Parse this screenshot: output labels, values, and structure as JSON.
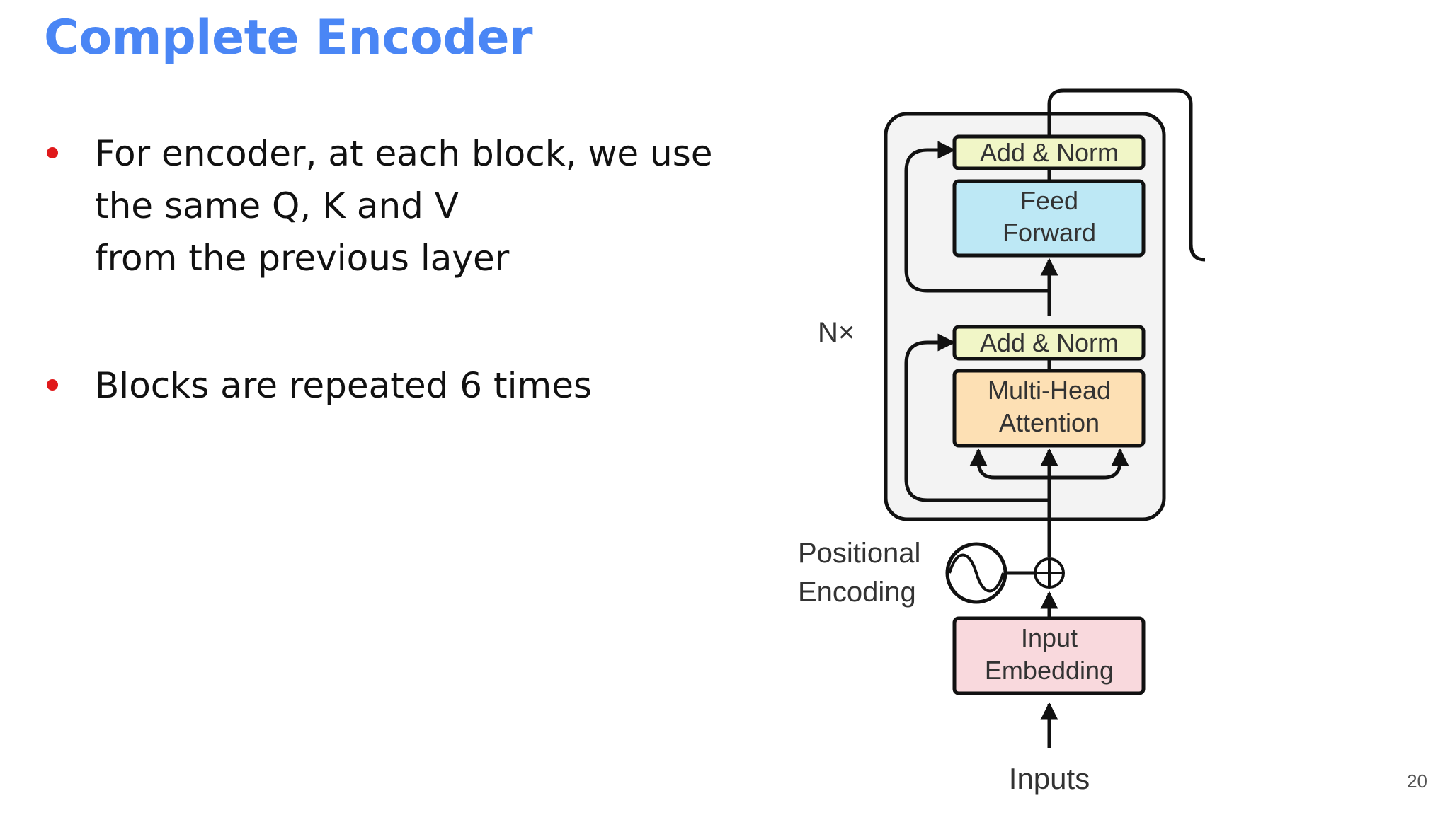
{
  "slide": {
    "title": "Complete Encoder",
    "bullets": [
      {
        "lines": [
          "For encoder, at each block, we use",
          "the same Q, K and V",
          "from the previous layer"
        ]
      },
      {
        "lines": [
          "Blocks are repeated 6 times"
        ]
      }
    ],
    "page_number": "20"
  },
  "diagram": {
    "repeat_label": "N×",
    "blocks": {
      "add_norm_top": "Add & Norm",
      "feed_forward": [
        "Feed",
        "Forward"
      ],
      "add_norm_bottom": "Add & Norm",
      "multi_head_attention": [
        "Multi-Head",
        "Attention"
      ],
      "input_embedding": [
        "Input",
        "Embedding"
      ]
    },
    "positional_encoding": [
      "Positional",
      "Encoding"
    ],
    "inputs_label": "Inputs"
  },
  "colors": {
    "title": "#4a86f5",
    "bullet_dot": "#e0191b",
    "add_norm": "#f1f6c7",
    "feed_forward": "#bde8f5",
    "multi_head_attention": "#fde0b4",
    "input_embedding": "#f9d9dd",
    "encoder_panel": "#f3f3f3"
  }
}
